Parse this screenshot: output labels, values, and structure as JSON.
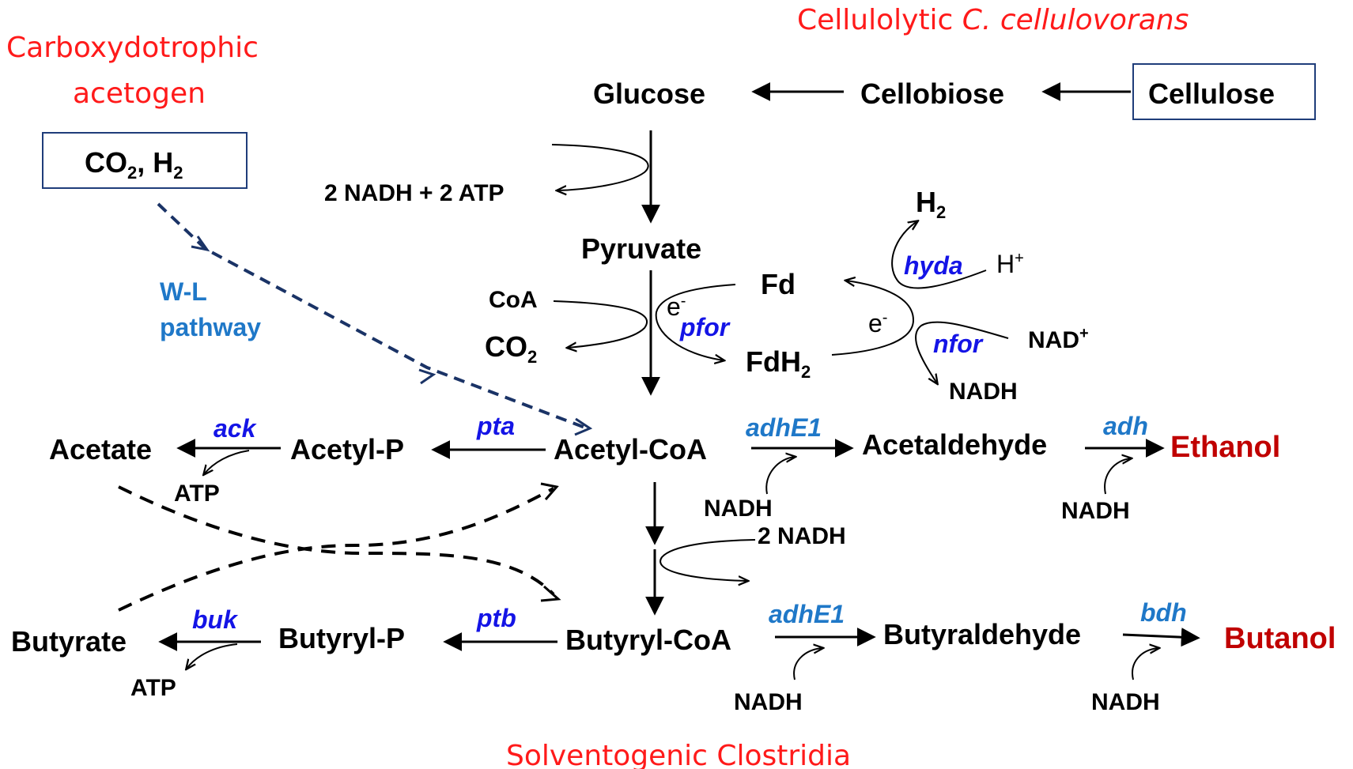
{
  "titles": {
    "carboxy_line1": "Carboxydotrophic",
    "carboxy_line2": "acetogen",
    "cellulolytic_prefix": "Cellulolytic ",
    "cellulolytic_species": "C. cellulovorans",
    "solventogenic": "Solventogenic Clostridia"
  },
  "substrates": {
    "co2_h2_main": "CO",
    "co2_h2_sub1": "2",
    "co2_h2_mid": ", H",
    "co2_h2_sub2": "2",
    "cellulose": "Cellulose"
  },
  "metabolites": {
    "glucose": "Glucose",
    "cellobiose": "Cellobiose",
    "pyruvate": "Pyruvate",
    "nadh_atp": "2 NADH + 2 ATP",
    "coa": "CoA",
    "co2": "CO",
    "co2_sub": "2",
    "fd": "Fd",
    "fdh2": "FdH",
    "fdh2_sub": "2",
    "h2": "H",
    "h2_sub": "2",
    "h_plus": "H",
    "h_plus_sup": "+",
    "nad_plus": "NAD",
    "nad_plus_sup": "+",
    "nadh_nfor": "NADH",
    "e_minus_left": "e",
    "e_minus_right": "e",
    "e_sup": "-",
    "acetyl_coa": "Acetyl-CoA",
    "acetyl_p": "Acetyl-P",
    "acetate": "Acetate",
    "atp_acetate": "ATP",
    "acetaldehyde": "Acetaldehyde",
    "nadh_acetald": "NADH",
    "nadh_ethanol": "NADH",
    "two_nadh": "2 NADH",
    "butyryl_coa": "Butyryl-CoA",
    "butyryl_p": "Butyryl-P",
    "butyrate": "Butyrate",
    "atp_butyrate": "ATP",
    "butyraldehyde": "Butyraldehyde",
    "nadh_butyrald": "NADH",
    "nadh_butanol": "NADH"
  },
  "products": {
    "ethanol": "Ethanol",
    "butanol": "Butanol"
  },
  "enzymes": {
    "pfor": "pfor",
    "hyda": "hyda",
    "nfor": "nfor",
    "pta": "pta",
    "ack": "ack",
    "adhE1_top": "adhE1",
    "adh": "adh",
    "ptb": "ptb",
    "buk": "buk",
    "adhE1_bottom": "adhE1",
    "bdh": "bdh"
  },
  "wl_pathway": {
    "line1": "W-L",
    "line2": "pathway"
  },
  "colors": {
    "title_red": "#ff1a1a",
    "product_red": "#c00000",
    "enzyme_blue": "#1414e6",
    "enzyme_lightblue": "#1f78c8",
    "dashed_navy": "#1a3366",
    "box_border": "#1f3d7a"
  }
}
